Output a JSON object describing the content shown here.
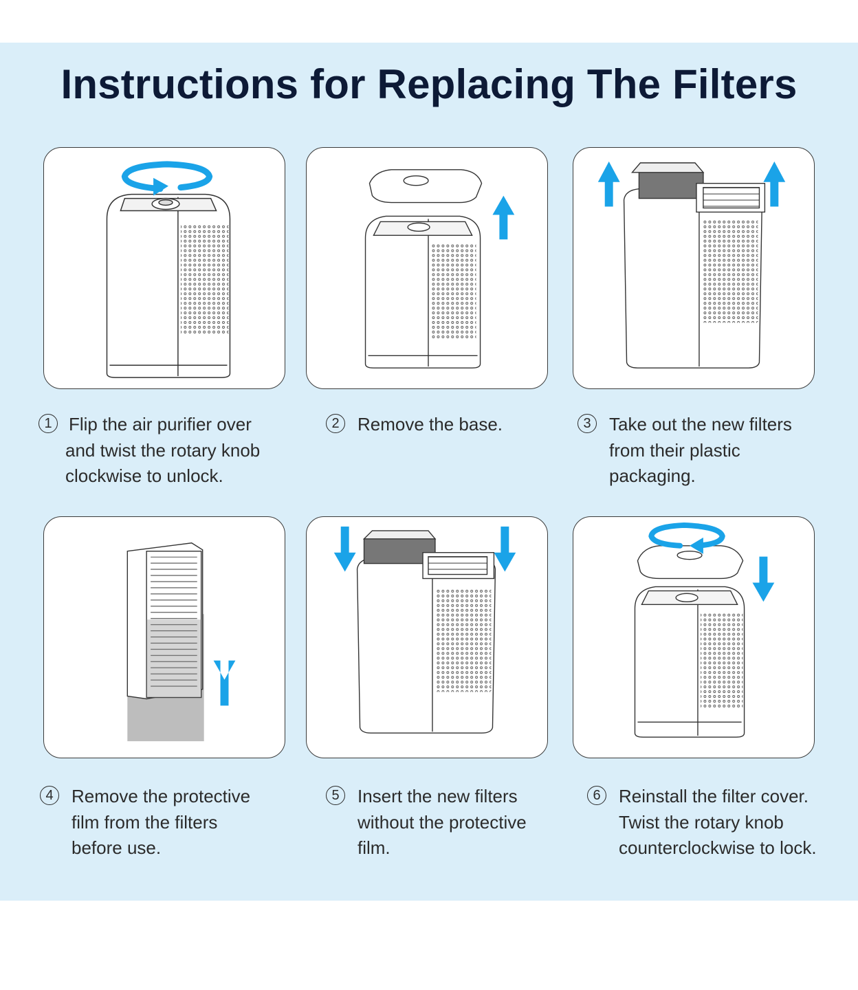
{
  "title": "Instructions for Replacing The Filters",
  "colors": {
    "band": "#daeef9",
    "accent": "#1aa3e8",
    "title": "#0d1a36"
  },
  "steps": [
    {
      "number": "1",
      "text": "Flip the air purifier over\nand twist the rotary knob\nclockwise to unlock.",
      "icon": "purifier-rotate-cw-icon"
    },
    {
      "number": "2",
      "text": "Remove the base.",
      "icon": "purifier-remove-base-icon"
    },
    {
      "number": "3",
      "text": "Take out the new filters\nfrom their plastic\npackaging.",
      "icon": "filters-lift-out-icon"
    },
    {
      "number": "4",
      "text": "Remove the protective\nfilm from the filters\nbefore use.",
      "icon": "filter-peel-film-icon"
    },
    {
      "number": "5",
      "text": "Insert the new filters\nwithout the protective\nfilm.",
      "icon": "filters-insert-icon"
    },
    {
      "number": "6",
      "text": "Reinstall the filter cover.\nTwist the rotary knob\ncounterclockwise to lock.",
      "icon": "purifier-rotate-ccw-icon"
    }
  ]
}
